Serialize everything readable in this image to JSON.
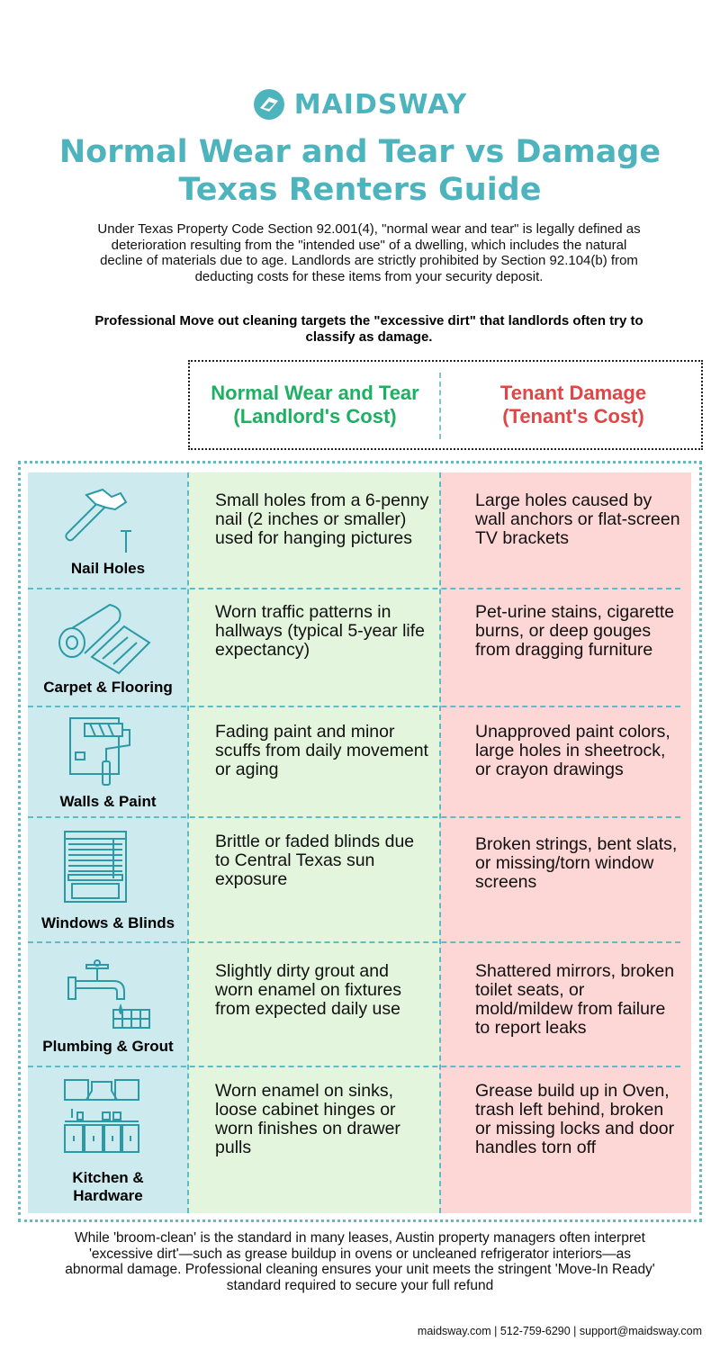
{
  "brand": {
    "name": "MAIDSWAY",
    "color": "#4db3bd",
    "icon": "maidsway-logo-icon"
  },
  "title": {
    "line1": "Normal Wear and Tear vs Damage",
    "line2": "Texas Renters Guide"
  },
  "intro": "Under Texas Property Code Section 92.001(4), \"normal wear and tear\" is legally defined as deterioration resulting from the \"intended use\" of a dwelling, which includes the natural decline of materials due to age. Landlords are strictly prohibited by Section 92.104(b) from deducting costs for these items from your security deposit.",
  "intro_bold": "Professional Move out cleaning targets the \"excessive dirt\" that landlords often try to classify as damage.",
  "columns": {
    "wear": {
      "line1": "Normal Wear and Tear",
      "line2": "(Landlord's Cost)",
      "color": "#1eb062"
    },
    "damage": {
      "line1": "Tenant Damage",
      "line2": "(Tenant's Cost)",
      "color": "#e14545"
    }
  },
  "rows": [
    {
      "category": "Nail Holes",
      "icon": "hammer-nail-icon",
      "wear": "Small holes from a 6-penny nail (2 inches or smaller) used for hanging pictures",
      "damage": "Large holes caused by wall anchors or flat-screen TV brackets"
    },
    {
      "category": "Carpet & Flooring",
      "icon": "carpet-roll-icon",
      "wear": "Worn traffic patterns in hallways (typical 5-year life expectancy)",
      "damage": "Pet-urine stains, cigarette burns, or deep gouges from dragging furniture"
    },
    {
      "category": "Walls & Paint",
      "icon": "paint-roller-icon",
      "wear": "Fading paint and minor scuffs from daily movement or aging",
      "damage": "Unapproved paint colors, large holes in sheetrock, or crayon drawings"
    },
    {
      "category": "Windows & Blinds",
      "icon": "window-blinds-icon",
      "wear": "Brittle or faded blinds due to Central Texas sun exposure",
      "damage": "Broken strings, bent slats, or missing/torn window screens"
    },
    {
      "category": "Plumbing & Grout",
      "icon": "faucet-tile-icon",
      "wear": "Slightly dirty grout and worn enamel on fixtures from expected daily use",
      "damage": "Shattered mirrors, broken toilet seats, or mold/mildew from failure to report leaks"
    },
    {
      "category": "Kitchen & Hardware",
      "icon": "kitchen-cabinets-icon",
      "wear": "Worn enamel on sinks, loose cabinet hinges or worn finishes on drawer pulls",
      "damage": "Grease build up in Oven, trash left behind, broken or missing locks and door handles torn off"
    }
  ],
  "footer": "While 'broom-clean' is the standard in many leases, Austin property managers often interpret 'excessive dirt'—such as grease buildup in ovens or uncleaned refrigerator interiors—as abnormal damage. Professional cleaning ensures your unit meets the stringent 'Move-In Ready' standard required to secure your full refund",
  "contact": "maidsway.com | 512-759-6290 | support@maidsway.com"
}
